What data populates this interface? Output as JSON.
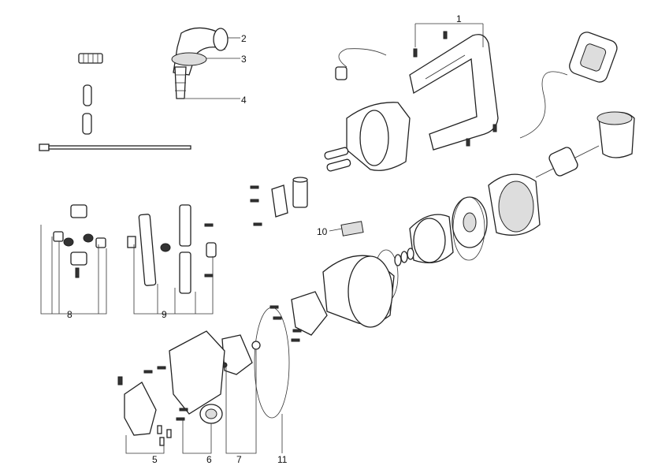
{
  "diagram": {
    "type": "exploded parts view",
    "callouts": [
      "1",
      "2",
      "3",
      "4",
      "5",
      "6",
      "7",
      "8",
      "9",
      "10",
      "11"
    ]
  }
}
